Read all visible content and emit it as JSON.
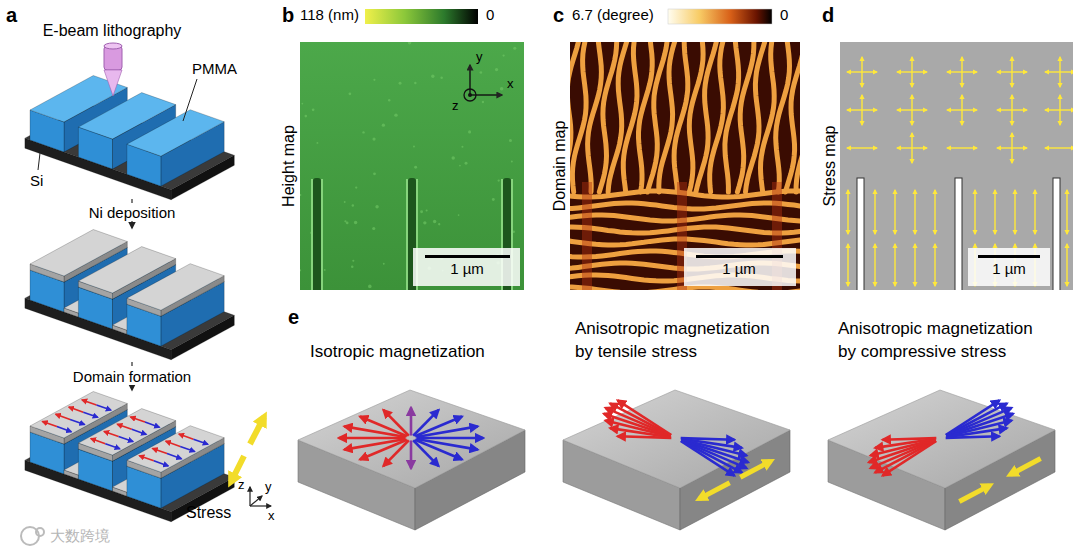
{
  "diagram": {
    "labels": [
      "a",
      "E-beam lithography",
      "PMMA",
      "Si",
      "Ni deposition",
      "Domain formation",
      "z",
      "y",
      "x",
      "Stress",
      "b",
      "118 (nm)",
      "0",
      "Height map",
      "y",
      "z",
      "x",
      "1 µm",
      "c",
      "6.7 (degree)",
      "0",
      "Domain map",
      "1 µm",
      "d",
      "Stress map",
      "1 µm",
      "e",
      "Isotropic magnetization",
      "Anisotropic magnetization by tensile stress",
      "Anisotropic magnetization by compressive stress",
      "大数跨境"
    ]
  }
}
